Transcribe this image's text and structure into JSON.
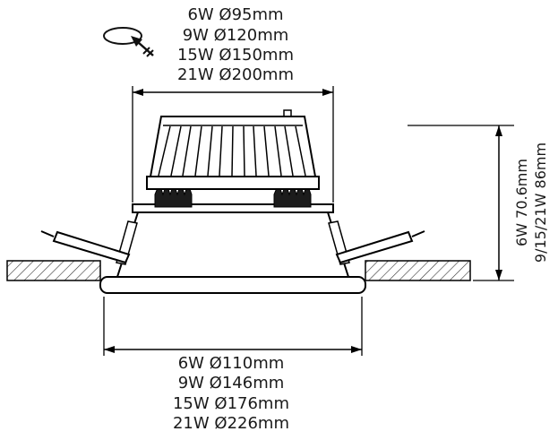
{
  "diagram": {
    "top_dimension_labels": [
      "6W Ø95mm",
      "9W Ø120mm",
      "15W Ø150mm",
      "21W Ø200mm"
    ],
    "height_dimension_labels": [
      "6W 70.6mm",
      "9/15/21W 86mm"
    ],
    "bottom_dimension_labels": [
      "6W Ø110mm",
      "9W Ø146mm",
      "15W Ø176mm",
      "21W Ø226mm"
    ],
    "icons": {
      "cutout": "ceiling-hole-cutout-arrow-icon"
    },
    "colors": {
      "line": "#000000",
      "text": "#1a1a1a",
      "clip_fill": "#1c1c1c",
      "background": "#ffffff"
    }
  }
}
